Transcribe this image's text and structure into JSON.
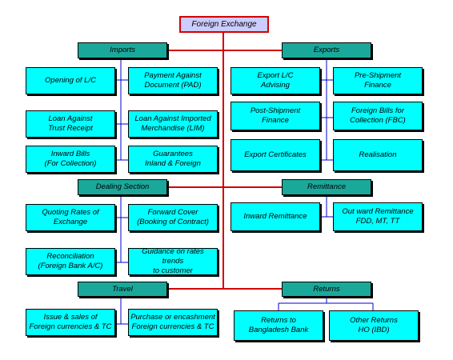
{
  "root": "Foreign Exchange",
  "sections": {
    "imports": {
      "label": "Imports",
      "items": [
        "Opening of L/C",
        "Payment Against\nDocument (PAD)",
        "Loan Against\nTrust Receipt",
        "Loan Against Imported\nMerchandise (LIM)",
        "Inward Bills\n(For Collection)",
        "Guarantees\nInland & Foreign"
      ]
    },
    "exports": {
      "label": "Exports",
      "items": [
        "Export L/C\nAdvising",
        "Pre-Shipment\nFinance",
        "Post-Shipment\nFinance",
        "Foreign Bills for\nCollection (FBC)",
        "Export Certificates",
        "Realisation"
      ]
    },
    "dealing": {
      "label": "Dealing Section",
      "items": [
        "Quoting Rates of\nExchange",
        "Forward Cover\n(Booking of Contract)",
        "Reconciliation\n(Foreign Bank A/C)",
        "Guidance on rates trends\nto customer"
      ]
    },
    "remittance": {
      "label": "Remittance",
      "items": [
        "Inward Remittance",
        "Out ward Remittance\nFDD, MT, TT"
      ]
    },
    "travel": {
      "label": "Travel",
      "items": [
        "Issue & sales of\nForeign currencies & TC",
        "Purchase or encashment\nForeign currencies & TC"
      ]
    },
    "returns": {
      "label": "Returns",
      "items": [
        "Returns to\nBangladesh Bank",
        "Other Returns\nHO (IBD)"
      ]
    }
  },
  "colors": {
    "box": "#00ffff",
    "header": "#1aa89a",
    "root": "#ccccff",
    "red_line": "#d40000",
    "blue_line": "#0000cc"
  }
}
